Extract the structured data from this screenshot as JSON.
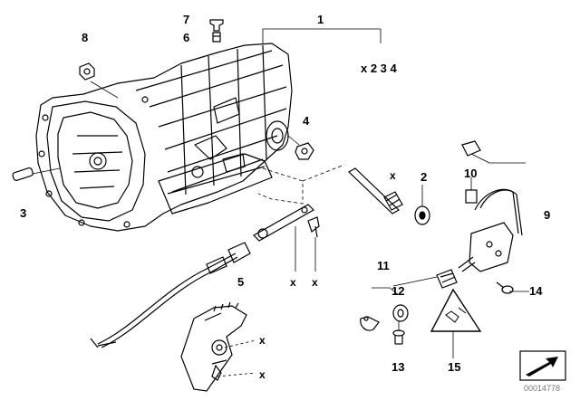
{
  "diagram": {
    "callouts": {
      "c1": "1",
      "c2": "2",
      "c3": "3",
      "c4": "4",
      "c5": "5",
      "c6": "6",
      "c7": "7",
      "c8": "8",
      "c9": "9",
      "c10": "10",
      "c11": "11",
      "c12": "12",
      "c13": "13",
      "c14": "14",
      "c15": "15"
    },
    "header_ref": "x 2 3 4",
    "x_marks": {
      "x_shaft": "x",
      "x_lever1": "x",
      "x_lever2": "x",
      "x_sel1": "x",
      "x_sel2": "x"
    },
    "drawing_code": "00014778"
  },
  "colors": {
    "line": "#000000",
    "background": "#ffffff"
  },
  "icons": {
    "corner_symbol": "arrow-box-icon"
  }
}
